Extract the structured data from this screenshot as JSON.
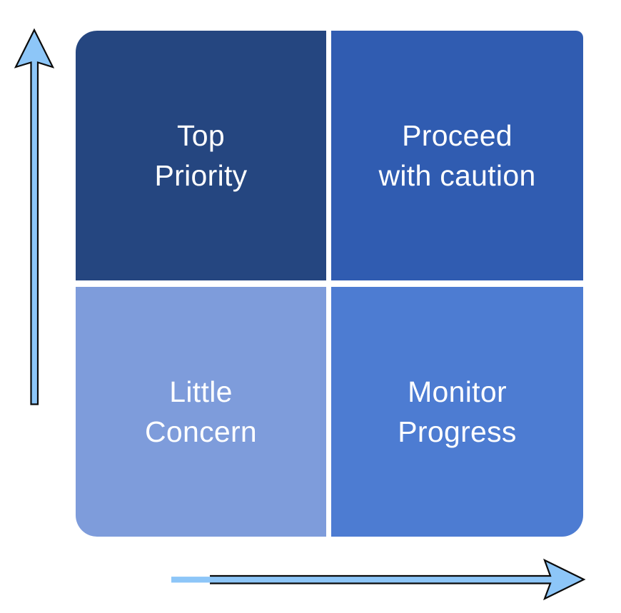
{
  "matrix": {
    "text_color": "#FFFFFF",
    "quadrants": [
      {
        "name": "top-left",
        "label": "Top Priority",
        "lines": [
          "Top",
          "Priority"
        ],
        "color": "#254680"
      },
      {
        "name": "top-right",
        "label": "Proceed with caution",
        "lines": [
          "Proceed",
          "with caution"
        ],
        "color": "#305CB1"
      },
      {
        "name": "bottom-left",
        "label": "Little Concern",
        "lines": [
          "Little",
          "Concern"
        ],
        "color": "#7E9CDB"
      },
      {
        "name": "bottom-right",
        "label": "Monitor Progress",
        "lines": [
          "Monitor",
          "Progress"
        ],
        "color": "#4D7CD2"
      }
    ]
  },
  "axes": {
    "y_direction": "up",
    "x_direction": "right",
    "arrow_fill": "#8DC6F8",
    "arrow_outline": "#0B0B0B"
  },
  "background": "#FFFFFF"
}
